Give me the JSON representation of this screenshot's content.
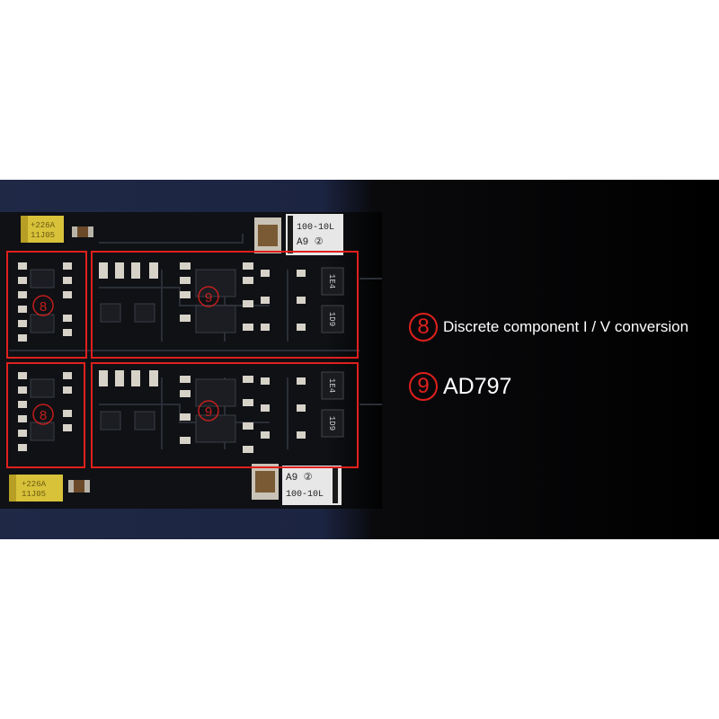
{
  "legend": {
    "items": [
      {
        "marker": "8",
        "label": "Discrete component I / V conversion"
      },
      {
        "marker": "9",
        "label": "AD797"
      }
    ]
  },
  "pcb_markings": {
    "cap_top_left": [
      "+226A",
      "11J05"
    ],
    "cap_bottom_left": [
      "+226A",
      "11J05"
    ],
    "chip_top_right": [
      "100-10L",
      "A9 ②"
    ],
    "chip_bottom_right": [
      "100-10L",
      "A9 ②"
    ],
    "ic_codes": [
      "1E4",
      "1D9",
      "1E4",
      "1D9"
    ],
    "region_markers": [
      "8",
      "9",
      "8",
      "9"
    ]
  },
  "colors": {
    "background_left": "#1e2742",
    "board": "#101216",
    "highlight_red": "#e0201c",
    "label_white": "#ffffff"
  }
}
